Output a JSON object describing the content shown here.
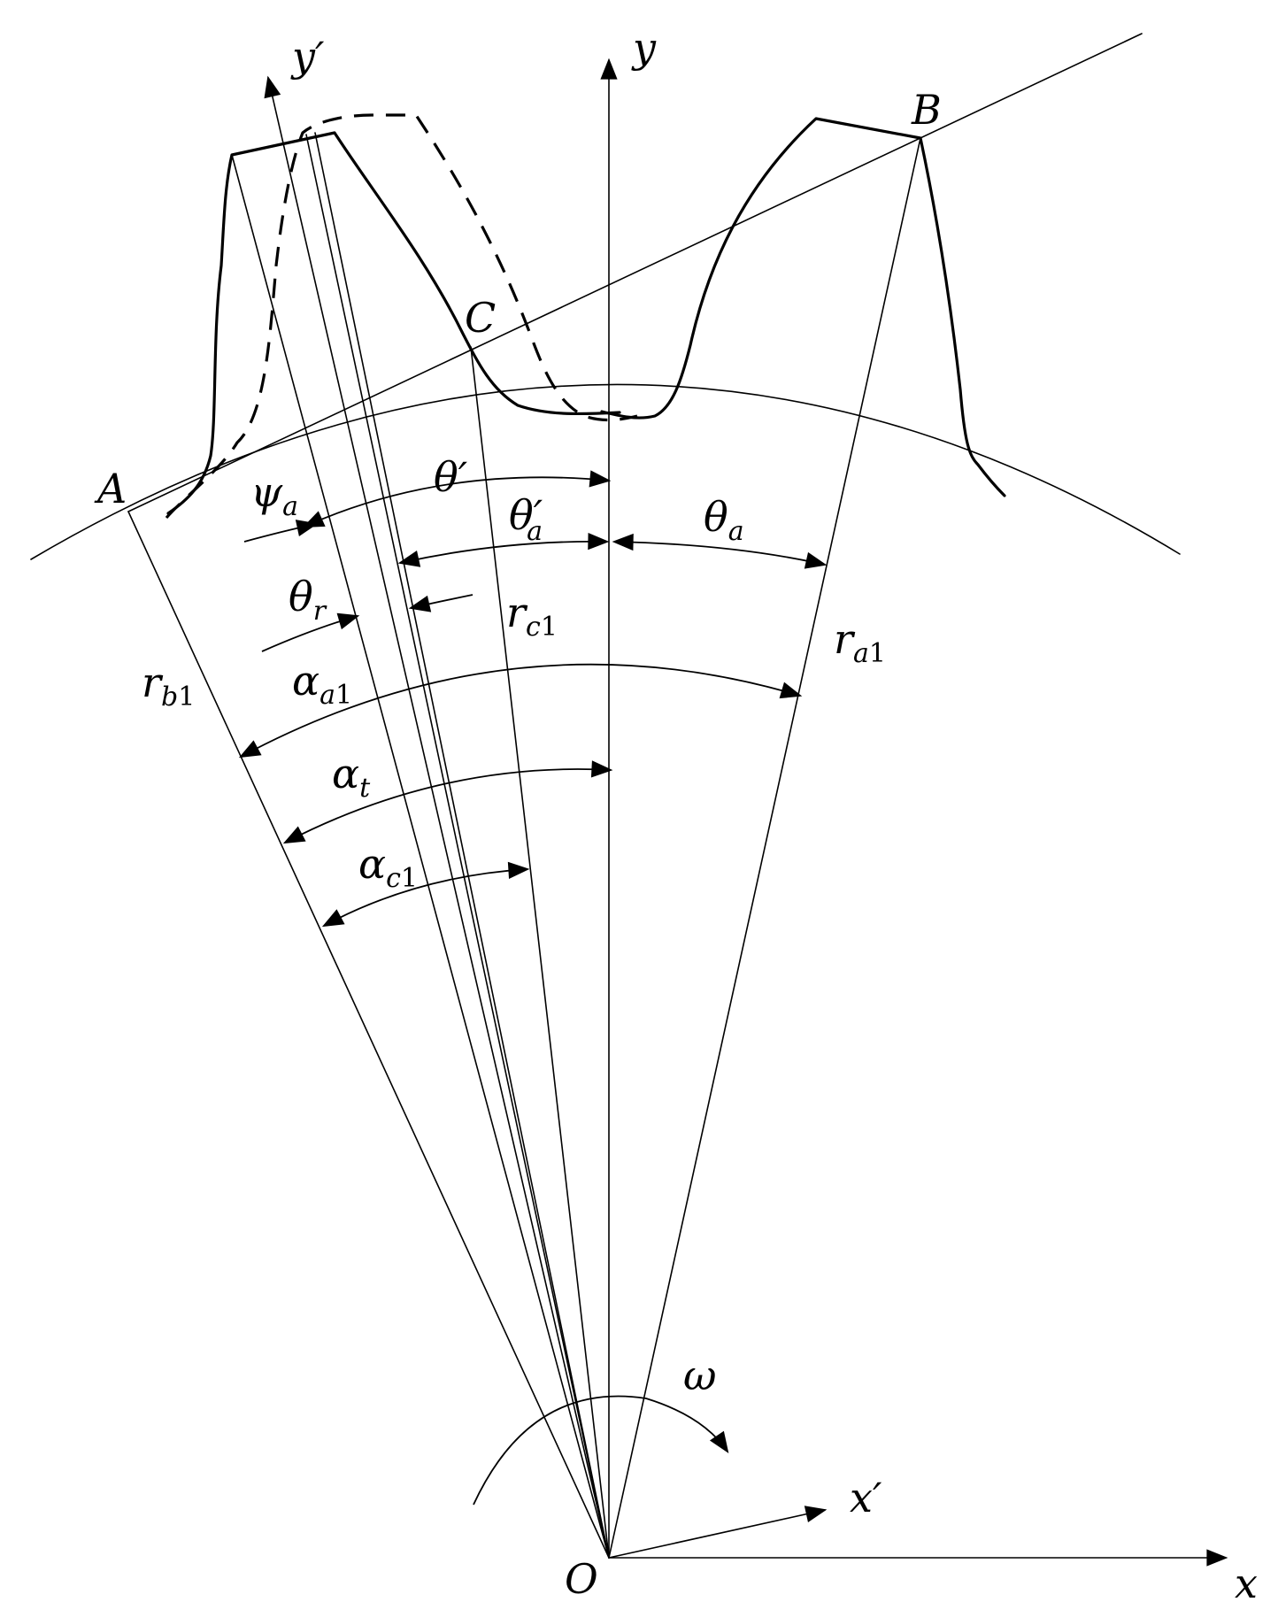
{
  "labels": {
    "A": "A",
    "B": "B",
    "C": "C",
    "O": "O",
    "x": "x",
    "y": "y",
    "x_prime": "x′",
    "y_prime": "y′",
    "omega": "ω",
    "theta_prime": "θ′",
    "theta_a_prime": {
      "base": "θ′",
      "sub": "a"
    },
    "theta_a": {
      "base": "θ",
      "sub": "a"
    },
    "psi_a": {
      "base": "ψ",
      "sub": "a"
    },
    "theta_r": {
      "base": "θ",
      "sub": "r"
    },
    "r_c1": {
      "base": "r",
      "sub": "c",
      "num": "1"
    },
    "r_a1": {
      "base": "r",
      "sub": "a",
      "num": "1"
    },
    "r_b1": {
      "base": "r",
      "sub": "b",
      "num": "1"
    },
    "alpha_a1": {
      "base": "α",
      "sub": "a",
      "num": "1"
    },
    "alpha_t": {
      "base": "α",
      "sub": "t"
    },
    "alpha_c1": {
      "base": "α",
      "sub": "c",
      "num": "1"
    }
  }
}
